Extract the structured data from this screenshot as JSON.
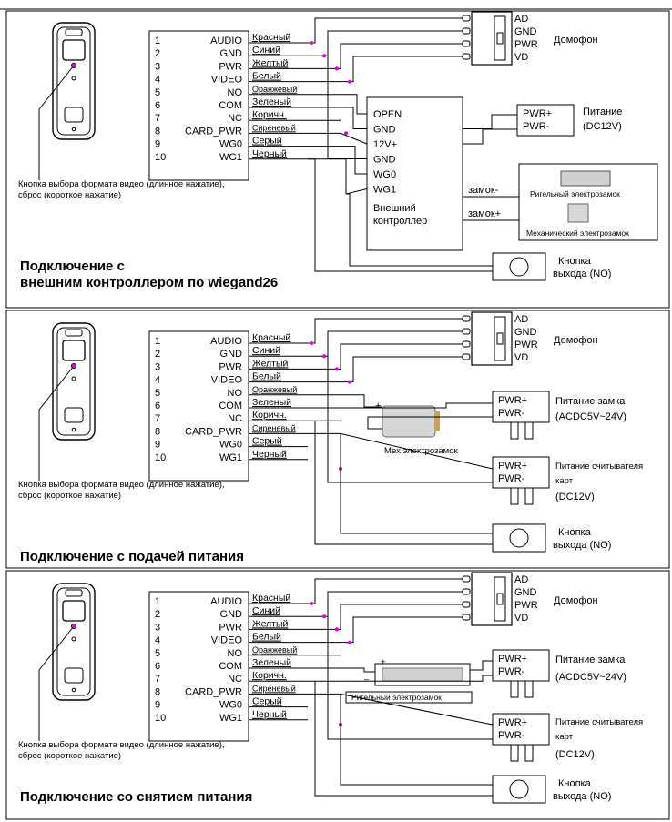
{
  "page": {
    "top_label": "",
    "terminal_numbers": [
      "1",
      "2",
      "3",
      "4",
      "5",
      "6",
      "7",
      "8",
      "9",
      "10"
    ],
    "terminals": [
      "AUDIO",
      "GND",
      "PWR",
      "VIDEO",
      "NO",
      "COM",
      "NC",
      "CARD_PWR",
      "WG0",
      "WG1"
    ],
    "wires": [
      "Красный",
      "Синий",
      "Желтый",
      "Белый",
      "Оранжевый",
      "Зеленый",
      "Коричн.",
      "Сиреневый",
      "Серый",
      "Черный"
    ],
    "intercom_pins": [
      "AD",
      "GND",
      "PWR",
      "VD"
    ],
    "intercom_label": "Домофон",
    "button_note_line1": "Кнопка выбора формата видео (длинное нажатие),",
    "button_note_line2": "сброс (короткое нажатие)",
    "exit_button_line1": "Кнопка",
    "exit_button_line2": "выхода (NO)",
    "pwr_plus": "PWR+",
    "pwr_minus": "PWR-"
  },
  "panel1": {
    "title_line1": "Подключение с",
    "title_line2": "внешним контроллером по wiegand26",
    "controller_pins": [
      "OPEN",
      "GND",
      "12V+",
      "GND",
      "WG0",
      "WG1"
    ],
    "controller_name_line1": "Внешний",
    "controller_name_line2": "контроллер",
    "power_label_line1": "Питание",
    "power_label_line2": "(DC12V)",
    "lock_minus": "замок-",
    "lock_plus": "замок+",
    "bolt_lock_caption": "Ригельный электрозамок",
    "mech_lock_caption": "Механический электрозамок"
  },
  "panel2": {
    "title": "Подключение с подачей питания",
    "lock_caption": "Мех.электрозамок",
    "lock_power_line1": "Питание замка",
    "lock_power_line2": "(ACDC5V~24V)",
    "reader_power_line1": "Питание считывателя",
    "reader_power_line2": "карт",
    "reader_power_line3": "(DC12V)"
  },
  "panel3": {
    "title": "Подключение со снятием питания",
    "lock_caption": "Ригельный электрозамок",
    "lock_power_line1": "Питание замка",
    "lock_power_line2": "(ACDC5V~24V)",
    "reader_power_line1": "Питание считывателя",
    "reader_power_line2": "карт",
    "reader_power_line3": "(DC12V)"
  },
  "colors": {
    "junction": "#d400d4",
    "line": "#000000",
    "frame": "#000000"
  }
}
